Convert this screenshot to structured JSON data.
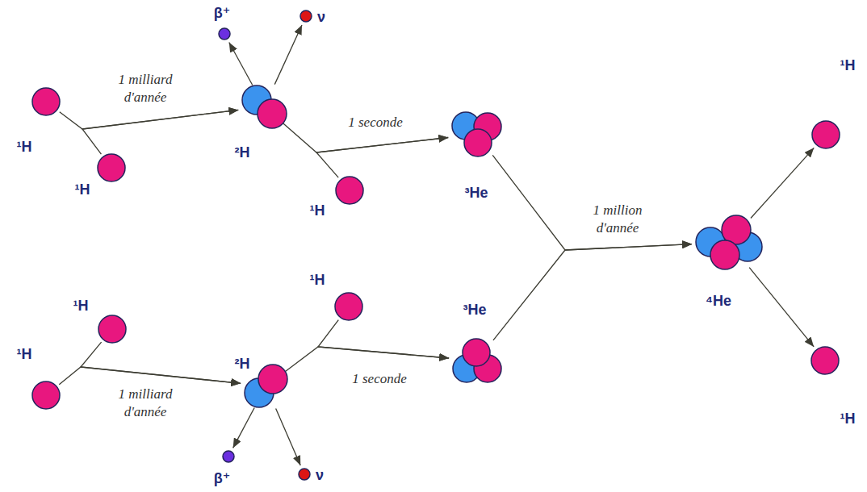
{
  "diagram": {
    "nodes": [
      {
        "text": [
          "¹H"
        ]
      },
      {
        "text": [
          "¹H"
        ]
      },
      {
        "text": [
          "²H"
        ]
      },
      {
        "text": [
          "β⁺"
        ]
      },
      {
        "text": [
          "ν"
        ]
      },
      {
        "text": [
          "¹H"
        ]
      },
      {
        "text": [
          "³He"
        ]
      },
      {
        "text": [
          "¹H"
        ]
      },
      {
        "text": [
          "¹H"
        ]
      },
      {
        "text": [
          "²H"
        ]
      },
      {
        "text": [
          "¹H"
        ]
      },
      {
        "text": [
          "β⁺"
        ]
      },
      {
        "text": [
          "ν"
        ]
      },
      {
        "text": [
          "³He"
        ]
      },
      {
        "text": [
          "⁴He"
        ]
      },
      {
        "text": [
          "¹H"
        ]
      },
      {
        "text": [
          "¹H"
        ]
      }
    ],
    "edges": [
      {
        "from": 0,
        "to": 2,
        "arrow": "to",
        "label": "1 milliard d'année"
      },
      {
        "from": 1,
        "to": 2,
        "arrow": "to"
      },
      {
        "from": 2,
        "to": 3,
        "arrow": "to"
      },
      {
        "from": 2,
        "to": 4,
        "arrow": "to"
      },
      {
        "from": 2,
        "to": 6,
        "arrow": "to",
        "label": "1 seconde"
      },
      {
        "from": 5,
        "to": 6,
        "arrow": "to"
      },
      {
        "from": 7,
        "to": 9,
        "arrow": "to",
        "label": "1 milliard d'année"
      },
      {
        "from": 8,
        "to": 9,
        "arrow": "to"
      },
      {
        "from": 9,
        "to": 11,
        "arrow": "to"
      },
      {
        "from": 9,
        "to": 12,
        "arrow": "to"
      },
      {
        "from": 9,
        "to": 13,
        "arrow": "to",
        "label": "1 seconde"
      },
      {
        "from": 10,
        "to": 13,
        "arrow": "to"
      },
      {
        "from": 6,
        "to": 14,
        "arrow": "to",
        "label": "1 million d'année"
      },
      {
        "from": 13,
        "to": 14,
        "arrow": "to"
      },
      {
        "from": 14,
        "to": 15,
        "arrow": "to"
      },
      {
        "from": 14,
        "to": 16,
        "arrow": "to"
      }
    ]
  }
}
